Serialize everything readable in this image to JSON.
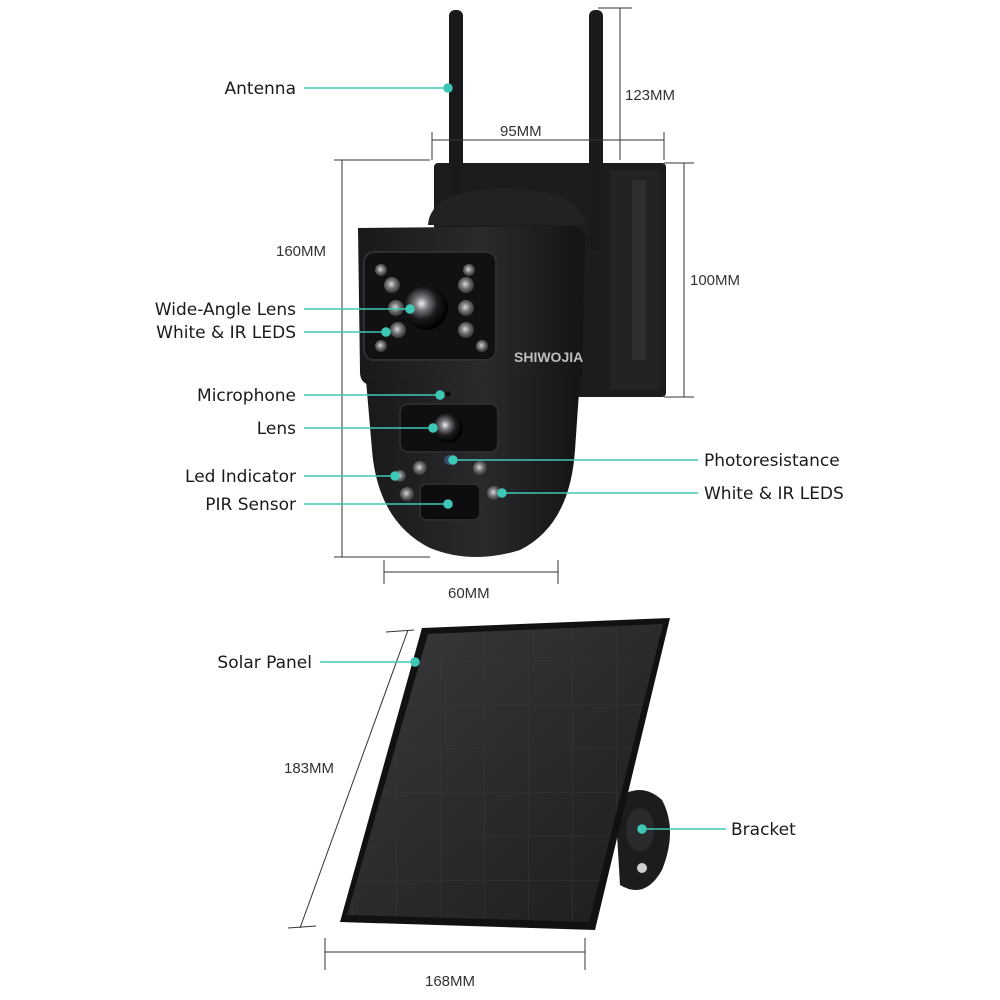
{
  "colors": {
    "accent": "#3ec7b5",
    "device_body": "#1e1e20",
    "background": "#ffffff"
  },
  "camera": {
    "brand": "SHIWOJIA",
    "labels": {
      "antenna": "Antenna",
      "wide_angle_lens": "Wide-Angle Lens",
      "white_ir_leds_left": "White & IR LEDS",
      "microphone": "Microphone",
      "lens": "Lens",
      "led_indicator": "Led Indicator",
      "pir_sensor": "PIR Sensor",
      "photoresistance": "Photoresistance",
      "white_ir_leds_right": "White & IR LEDS"
    },
    "dimensions": {
      "antenna_height": "123MM",
      "width_top": "95MM",
      "height_total": "160MM",
      "height_mount": "100MM",
      "width_bottom": "60MM"
    }
  },
  "solar": {
    "labels": {
      "solar_panel": "Solar Panel",
      "bracket": "Bracket"
    },
    "dimensions": {
      "height": "183MM",
      "width": "168MM"
    }
  }
}
